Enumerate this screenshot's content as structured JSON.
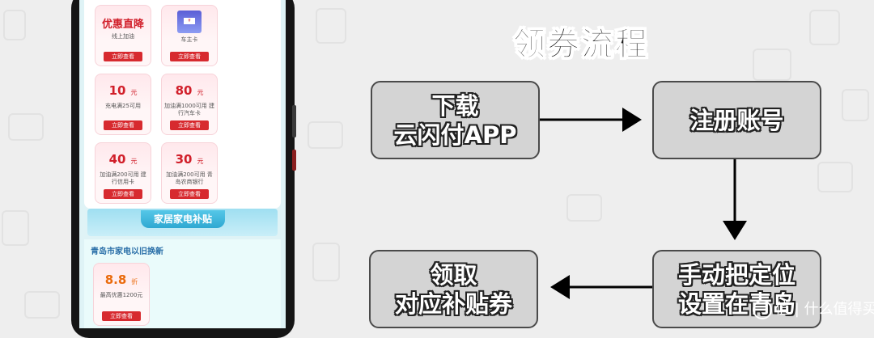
{
  "phone": {
    "cards": [
      {
        "title": "优惠直降",
        "desc": "线上加油",
        "button": "立即查看"
      },
      {
        "image_label": "车主卡",
        "desc": "车主卡",
        "button": "立即查看"
      },
      {
        "amount": "10",
        "unit": "元",
        "desc": "充电满25可用",
        "button": "立即查看"
      },
      {
        "amount": "80",
        "unit": "元",
        "desc": "加油满1000可用 建行汽车卡",
        "button": "立即查看"
      },
      {
        "amount": "40",
        "unit": "元",
        "desc": "加油满200可用 建行信用卡",
        "button": "立即查看"
      },
      {
        "amount": "30",
        "unit": "元",
        "desc": "加油满200可用 青岛农商银行",
        "button": "立即查看"
      }
    ],
    "banner": "家居家电补贴",
    "section_title": "青岛市家电以旧换新",
    "bottom_card": {
      "amount": "8.8",
      "unit": "折",
      "desc": "最高优惠1200元",
      "button": "立即查看"
    }
  },
  "flow": {
    "title": "领券流程",
    "steps": [
      {
        "line1": "下载",
        "line2": "云闪付APP"
      },
      {
        "line1": "注册账号",
        "line2": ""
      },
      {
        "line1": "手动把定位",
        "line2": "设置在青岛"
      },
      {
        "line1": "领取",
        "line2": "对应补贴券"
      }
    ]
  },
  "watermark": "值 | 什么值得买"
}
